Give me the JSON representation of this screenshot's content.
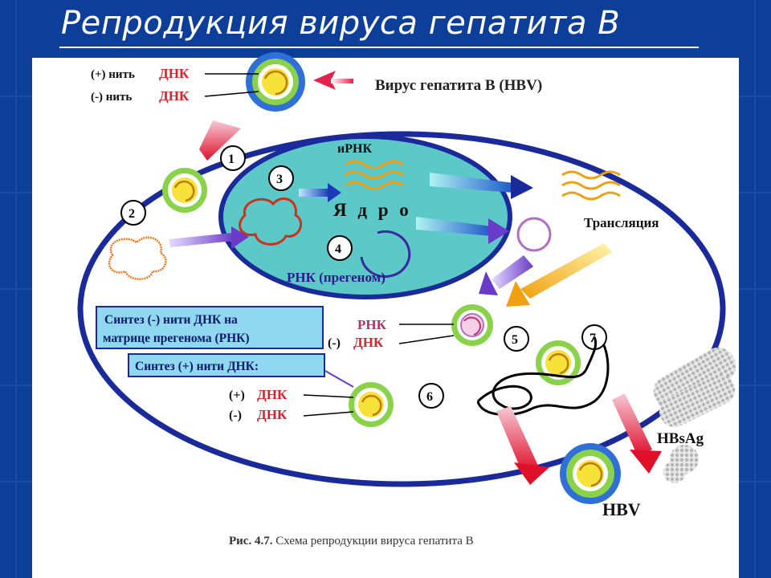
{
  "slide": {
    "title": "Репродукция вируса гепатита В"
  },
  "diagram": {
    "virus_label": "Вирус гепатита В (HBV)",
    "strand_plus_label": "(+) нить",
    "strand_minus_label": "(-) нить",
    "dna": "ДНК",
    "mrna": "иРНК",
    "nucleus": "Я д р о",
    "translation": "Трансляция",
    "pregenome": "РНК (прегеном)",
    "box_minus": [
      "Синтез (-) нити ДНК на",
      "матрице прегенома (РНК)"
    ],
    "box_plus": "Синтез (+) нити ДНК:",
    "rna": "РНК",
    "minus_sign": "(-)",
    "plus_sign": "(+)",
    "minus_sign2": "(-)",
    "hbsag": "HBsAg",
    "hbv": "HBV",
    "steps": [
      "1",
      "2",
      "3",
      "4",
      "5",
      "6",
      "7"
    ],
    "caption_prefix": "Рис. 4.7.",
    "caption_text": "Схема репродукции вируса гепатита В"
  },
  "colors": {
    "background": "#0d3f9a",
    "cell_membrane": "#1a2a9a",
    "nucleus_fill": "#5cc9c8",
    "dna_label": "#e0202a",
    "box_fill": "#8fd8ef",
    "virus_yellow": "#f7e23a",
    "virus_green": "#8ad24a",
    "virus_blue": "#2f6fd8"
  }
}
